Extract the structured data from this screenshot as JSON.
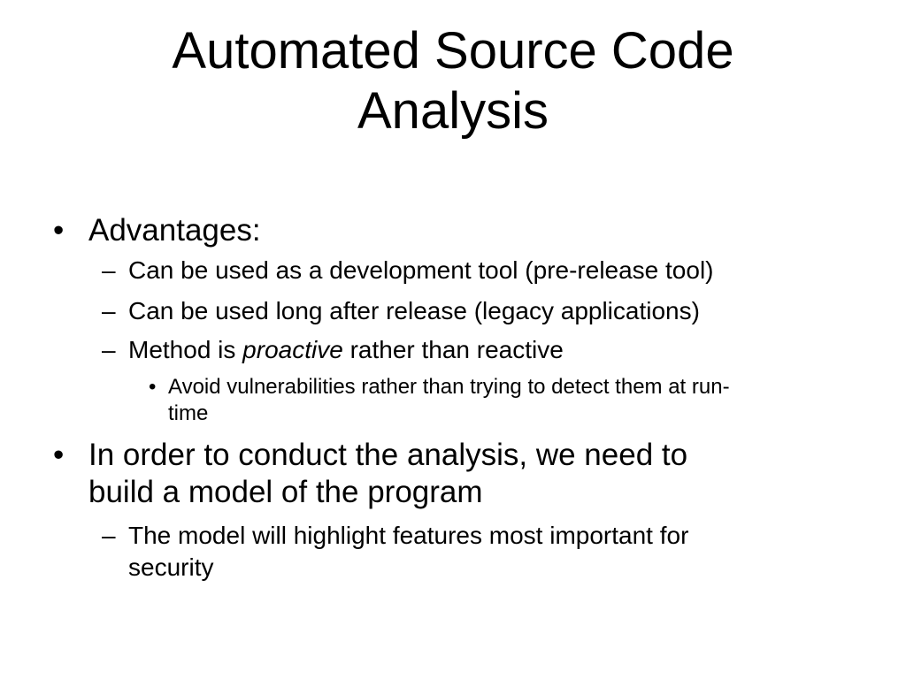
{
  "slide": {
    "title_lines": [
      "Automated Source Code",
      "Analysis"
    ],
    "bullets": {
      "advantages": {
        "marker": "•",
        "text": "Advantages:"
      },
      "dev_tool": {
        "marker": "–",
        "text": "Can be used as a development tool (pre-release tool)"
      },
      "legacy": {
        "marker": "–",
        "text": "Can be used long after release (legacy applications)"
      },
      "proactive": {
        "marker": "–",
        "text_before": "Method is ",
        "text_emphasis": "proactive",
        "text_after": " rather than reactive"
      },
      "avoid_vulns": {
        "marker": "•",
        "line1": "Avoid vulnerabilities rather than trying to detect them at run-",
        "line2": "time"
      },
      "model": {
        "marker": "•",
        "line1": "In order to conduct the analysis, we need to",
        "line2": "build a model of the program"
      },
      "highlight": {
        "marker": "–",
        "line1": "The model will highlight features most important for",
        "line2": "security"
      }
    }
  }
}
